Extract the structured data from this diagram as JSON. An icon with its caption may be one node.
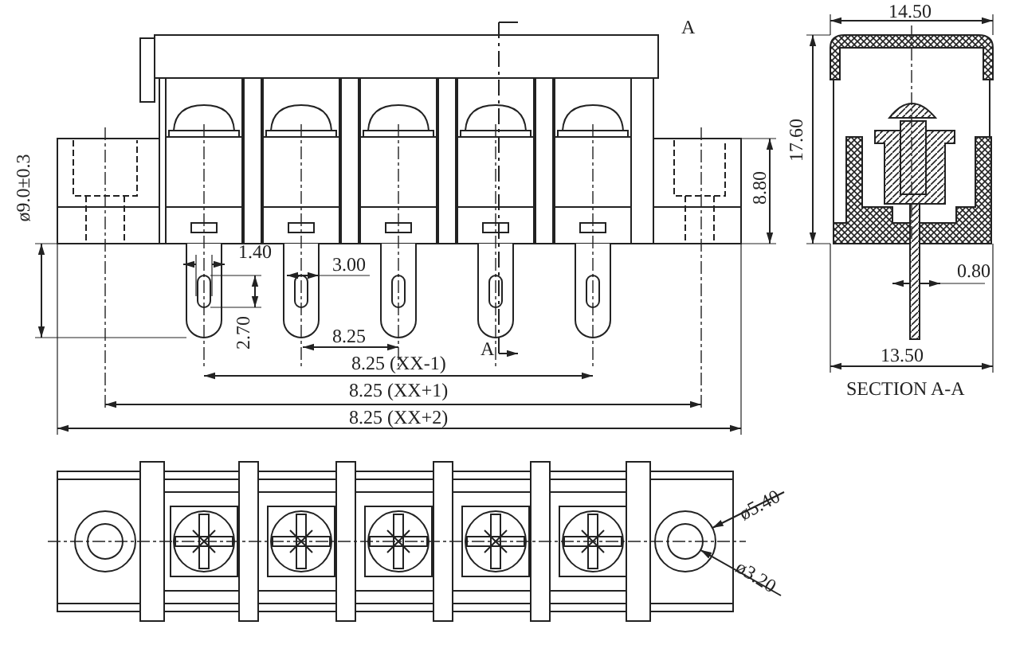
{
  "diagram": {
    "nodes": [
      {
        "text": [
          "ø5.40"
        ]
      },
      {
        "text": [
          "ø3.20"
        ]
      },
      {
        "text": [],
        "shape": "circle"
      },
      {
        "text": [],
        "shape": "circle",
        "in": 2
      }
    ],
    "edges": [
      {
        "from": 0,
        "to": 2,
        "arrow": "to"
      },
      {
        "from": 1,
        "to": 3,
        "arrow": "to"
      }
    ],
    "labels": [
      "A",
      "14.50",
      "17.60",
      "ø9.0±0.3",
      "8.80",
      "1.40",
      "3.00",
      "0.80",
      "2.70",
      "8.25",
      "A",
      "8.25 (XX-1)",
      "13.50",
      "8.25 (XX+1)",
      "SECTION A-A",
      "8.25 (XX+2)"
    ]
  }
}
